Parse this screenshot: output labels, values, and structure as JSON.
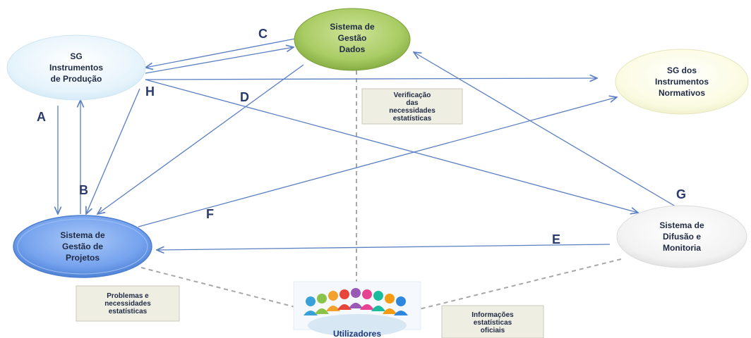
{
  "nodes": {
    "instrumentos_producao": [
      "SG",
      "Instrumentos",
      "de Produção"
    ],
    "gestao_dados": [
      "Sistema de",
      "Gestão",
      "Dados"
    ],
    "instrumentos_normativos": [
      "SG dos",
      "Instrumentos",
      "Normativos"
    ],
    "gestao_projetos": [
      "Sistema de",
      "Gestão de",
      "Projetos"
    ],
    "difusao_monitoria": [
      "Sistema de",
      "Difusão e",
      "Monitoria"
    ]
  },
  "notes": {
    "verificacao": [
      "Verificação",
      "das",
      "necessidades",
      "estatísticas"
    ],
    "problemas": [
      "Problemas e",
      "necessidades",
      "estatísticas"
    ],
    "informacoes": [
      "Informações",
      "estatísticas",
      "oficiais"
    ]
  },
  "letters": {
    "A": "A",
    "B": "B",
    "C": "C",
    "D": "D",
    "E": "E",
    "F": "F",
    "G": "G",
    "H": "H"
  },
  "users": {
    "label": "Utilizadores"
  },
  "colors": {
    "arrow": "#5a7fc2",
    "dash": "#a8a8a8",
    "note_fill": "#efeee3",
    "green": "#a3c85e",
    "blue": "#6f9ce8",
    "light_blue": "#e6f3fb",
    "light_yellow": "#fbfbe0",
    "light_gray": "#f3f3f3"
  }
}
